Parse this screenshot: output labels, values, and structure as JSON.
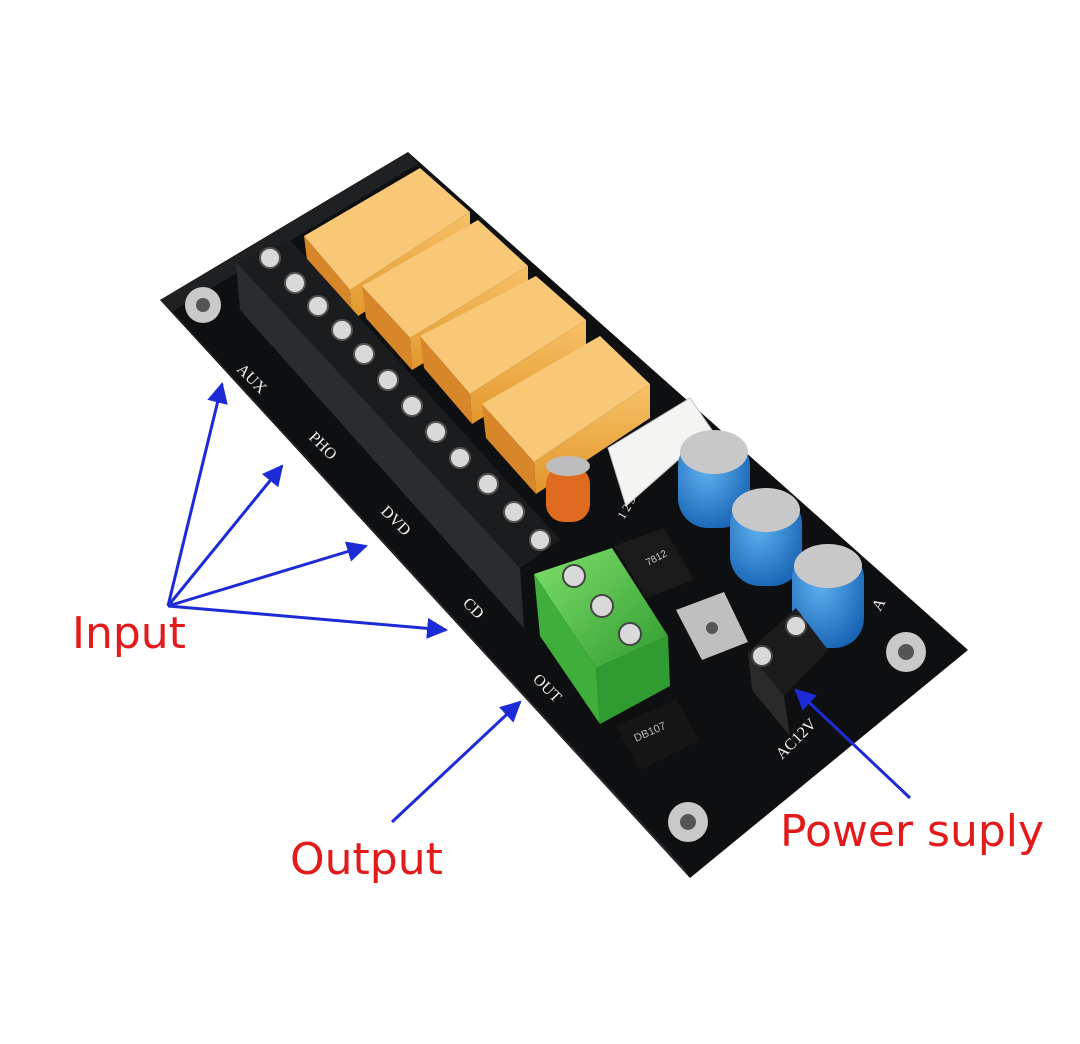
{
  "callouts": {
    "input": "Input",
    "output": "Output",
    "power": "Power suply"
  },
  "board": {
    "silkscreen": {
      "aux": "AUX",
      "pho": "PHO",
      "dvd": "DVD",
      "cd": "CD",
      "out": "OUT",
      "ac12v": "AC12V",
      "connector_pins": "1 2 3",
      "side_mark": "A"
    },
    "component_marks": {
      "regulator": "7812",
      "ic": "DB107"
    }
  },
  "colors": {
    "pcb": "#111214",
    "relay": "#f2a93a",
    "terminal_green": "#4fc24a",
    "capacitor_blue": "#1f7fd6",
    "capacitor_orange": "#e06a1f",
    "arrow": "#1d2bd6",
    "callout_text": "#e21a1a"
  }
}
